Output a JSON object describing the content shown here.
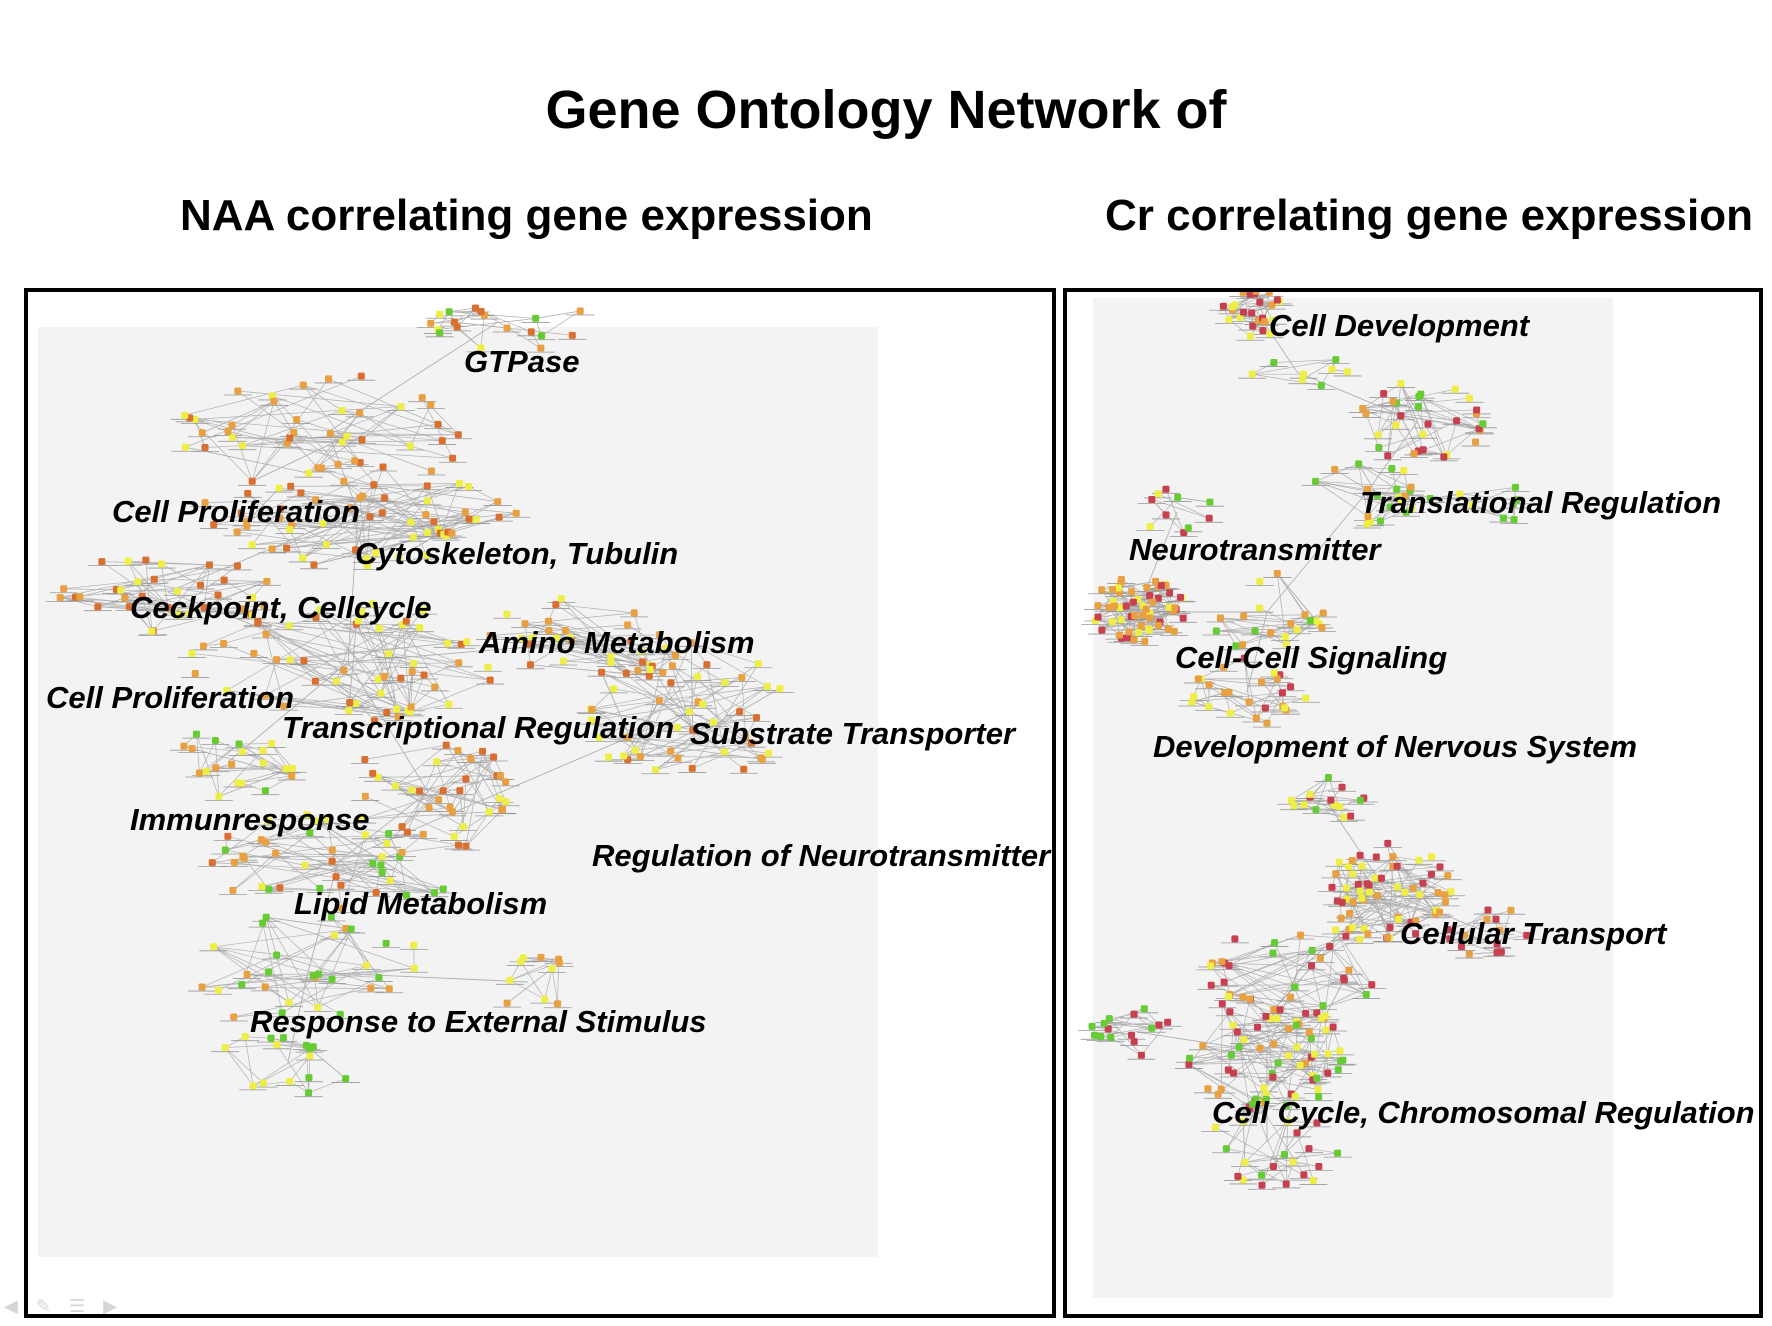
{
  "title": "Gene Ontology Network of",
  "panels": {
    "left": {
      "heading": "NAA correlating gene expression",
      "labels": {
        "gtpase": "GTPase",
        "cell_proliferation_top": "Cell Proliferation",
        "cytoskeleton": "Cytoskeleton, Tubulin",
        "checkpoint": "Ceckpoint, Cellcycle",
        "amino": "Amino Metabolism",
        "cell_proliferation_mid": "Cell Proliferation",
        "transcriptional": "Transcriptional Regulation",
        "substrate": "Substrate Transporter",
        "immune": "Immunresponse",
        "neurotransmitter_reg": "Regulation of Neurotransmitter",
        "lipid": "Lipid Metabolism",
        "external": "Response to External Stimulus"
      }
    },
    "right": {
      "heading": "Cr correlating gene expression",
      "labels": {
        "cell_development": "Cell Development",
        "translational": "Translational Regulation",
        "neurotransmitter": "Neurotransmitter",
        "cell_signaling": "Cell-Cell Signaling",
        "nervous": "Development of Nervous System",
        "cellular_transport": "Cellular Transport",
        "cell_cycle": "Cell Cycle, Chromosomal Regulation"
      }
    }
  },
  "colors": {
    "node_green": "#66cc33",
    "node_yellow": "#eeee44",
    "node_orange": "#e8a040",
    "node_darkorange": "#d97030",
    "node_red": "#c84050",
    "edge": "#b0b0b0"
  }
}
